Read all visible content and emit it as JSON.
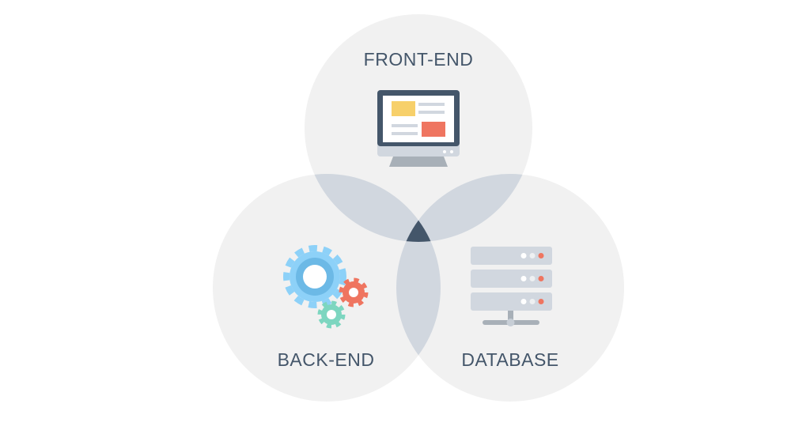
{
  "labels": {
    "front_end": "FRONT-END",
    "back_end": "BACK-END",
    "database": "DATABASE"
  },
  "icons": {
    "front_end": "monitor-icon",
    "back_end": "gears-icon",
    "database": "server-icon"
  },
  "colors": {
    "circle": "#f1f1f1",
    "overlap": "#d1d7df",
    "center": "#44566a",
    "text": "#44566a",
    "yellow": "#f7d06a",
    "red": "#ef7560",
    "blue": "#8dd1f8",
    "blue_dark": "#6cb9e6",
    "green": "#7dd6c0"
  }
}
